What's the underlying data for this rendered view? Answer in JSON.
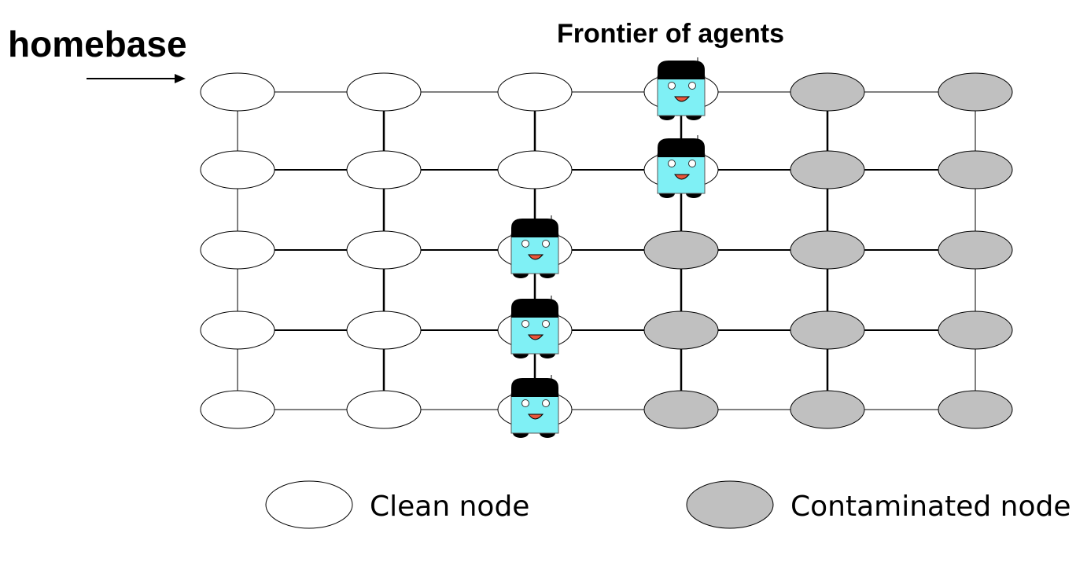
{
  "labels": {
    "homebase": "homebase",
    "frontier": "Frontier of agents"
  },
  "legend": {
    "clean_label": "Clean node",
    "contaminated_label": "Contaminated node"
  },
  "grid": {
    "columns": 6,
    "rows": 5,
    "node_states": [
      [
        "clean",
        "clean",
        "clean",
        "clean",
        "contaminated",
        "contaminated"
      ],
      [
        "clean",
        "clean",
        "clean",
        "clean",
        "contaminated",
        "contaminated"
      ],
      [
        "clean",
        "clean",
        "clean",
        "contaminated",
        "contaminated",
        "contaminated"
      ],
      [
        "clean",
        "clean",
        "clean",
        "contaminated",
        "contaminated",
        "contaminated"
      ],
      [
        "clean",
        "clean",
        "clean",
        "contaminated",
        "contaminated",
        "contaminated"
      ]
    ],
    "agents": [
      {
        "row": 0,
        "col": 3
      },
      {
        "row": 1,
        "col": 3
      },
      {
        "row": 2,
        "col": 2
      },
      {
        "row": 3,
        "col": 2
      },
      {
        "row": 4,
        "col": 2
      }
    ]
  },
  "colors": {
    "clean_fill": "#ffffff",
    "contaminated_fill": "#c0c0c0",
    "agent_body": "#7ff0f5",
    "agent_hair": "#000000",
    "agent_mouth": "#e8553a"
  },
  "icons": {
    "agent": "robot-agent-icon",
    "arrow": "arrow-right-icon"
  }
}
